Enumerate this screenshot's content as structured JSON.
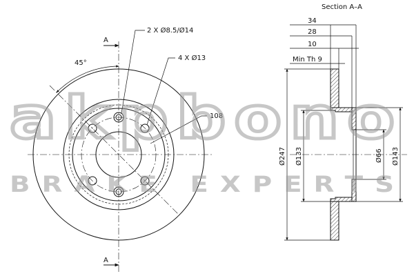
{
  "section_title": "Section A–A",
  "section_marker_top": "A",
  "section_marker_bottom": "A",
  "angle_label": "45°",
  "holes_small_label": "2 X Ø8.5/Ø14",
  "holes_bolt_label": "4 X Ø13",
  "pcd_label": "108",
  "dim_34": "34",
  "dim_28": "28",
  "dim_10": "10",
  "min_thickness": "Min Th 9",
  "dia_247": "Ø247",
  "dia_133": "Ø133",
  "dia_66": "Ø66",
  "dia_143": "Ø143",
  "watermark": {
    "brand": "akpbono",
    "tagline": "BRAKE EXPERTS",
    "color": "#9a9a9a"
  }
}
